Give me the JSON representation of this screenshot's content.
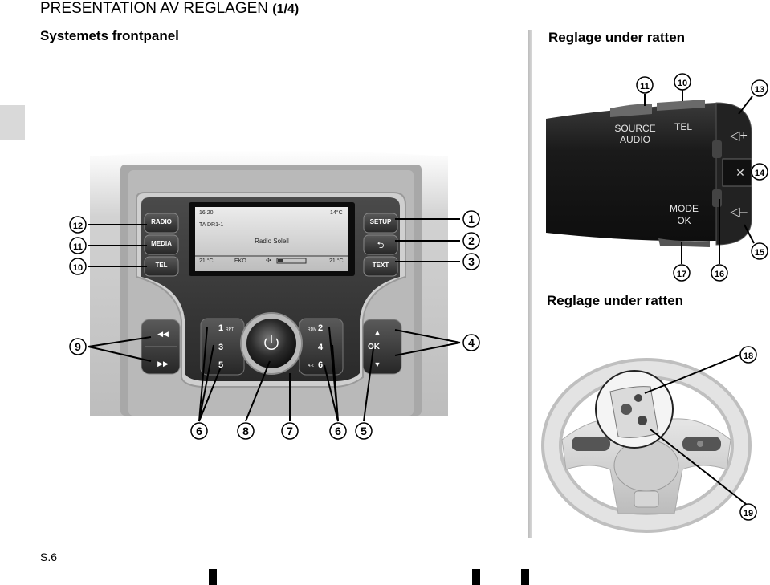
{
  "header": {
    "title": "PRESENTATION AV REGLAGEN",
    "title_suffix": "(1/4)",
    "frontpanel_title": "Systemets frontpanel",
    "steering_title_1": "Reglage under ratten",
    "steering_title_2": "Reglage under ratten"
  },
  "panel": {
    "buttons": {
      "radio": "RADIO",
      "media": "MEDIA",
      "tel": "TEL",
      "setup": "SETUP",
      "back": "⮌",
      "text": "TEXT",
      "ok": "OK",
      "rpt": "RPT",
      "rdm": "RDM",
      "az": "A-Z",
      "num1": "1",
      "num2": "2",
      "num3": "3",
      "num4": "4",
      "num5": "5",
      "num6": "6"
    },
    "screen": {
      "time": "16:20",
      "outside_temp": "14°C",
      "station_code": "TA DR1-1",
      "station_name": "Radio Soleil",
      "left_temp": "21 °C",
      "mode": "EKO",
      "right_temp": "21 °C"
    }
  },
  "stalk": {
    "source_line1": "SOURCE",
    "source_line2": "AUDIO",
    "tel": "TEL",
    "mode_line1": "MODE",
    "mode_line2": "OK"
  },
  "callouts": {
    "c1": "1",
    "c2": "2",
    "c3": "3",
    "c4": "4",
    "c5": "5",
    "c6": "6",
    "c7": "7",
    "c8": "8",
    "c9": "9",
    "c10": "10",
    "c11": "11",
    "c12": "12",
    "c13": "13",
    "c14": "14",
    "c15": "15",
    "c16": "16",
    "c17": "17",
    "c18": "18",
    "c19": "19"
  },
  "footer": {
    "page_number": "S.6"
  },
  "colors": {
    "side_tab": "#d9d9d9",
    "divider": "#c8c8c8",
    "panel_dark": "#1a1a1a"
  }
}
